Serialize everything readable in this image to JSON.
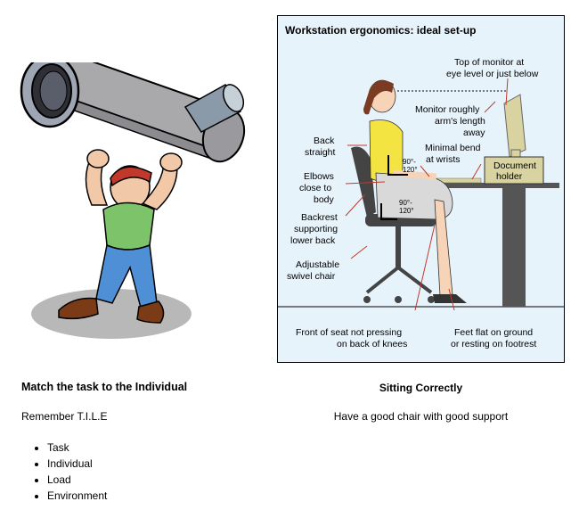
{
  "diagram": {
    "title": "Workstation ergonomics: ideal set-up",
    "labels": {
      "monitor_top": [
        "Top of monitor at",
        "eye level or just below"
      ],
      "monitor_distance": [
        "Monitor roughly",
        "arm's length",
        "away"
      ],
      "back": [
        "Back",
        "straight"
      ],
      "wrists": [
        "Minimal bend",
        "at wrists"
      ],
      "elbows": [
        "Elbows",
        "close to",
        "body"
      ],
      "document_holder": [
        "Document",
        "holder"
      ],
      "backrest": [
        "Backrest",
        "supporting",
        "lower back"
      ],
      "chair": [
        "Adjustable",
        "swivel chair"
      ],
      "seat_front": [
        "Front of seat not pressing",
        "on back of knees"
      ],
      "feet": [
        "Feet flat on ground",
        "or resting on footrest"
      ],
      "angle_arm": [
        "90°-",
        "120°"
      ],
      "angle_hip": [
        "90°-",
        "120°"
      ]
    }
  },
  "left_section": {
    "title": "Match the task to the Individual",
    "subtitle": "Remember T.I.L.E",
    "bullets": [
      "Task",
      "Individual",
      "Load",
      "Environment"
    ]
  },
  "right_section": {
    "title": "Sitting Correctly",
    "subtitle": "Have a good chair with good support"
  }
}
